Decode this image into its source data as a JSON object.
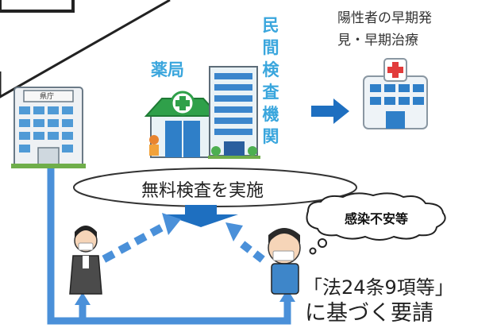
{
  "labels": {
    "pharmacy": "薬局",
    "private_lab_chars": [
      "民",
      "間",
      "検",
      "査",
      "機",
      "関"
    ],
    "early_detection_line1": "陽性者の早期発",
    "early_detection_line2": "見・早期治療",
    "prefecture_sign": "県庁",
    "free_test": "無料検査を実施",
    "anxiety": "感染不安等",
    "request_line1": "「法24条9項等」",
    "request_line2": "に基づく要請"
  },
  "colors": {
    "accent_blue": "#4a90d9",
    "label_blue": "#3aa6dd",
    "arrow_navy": "#1e6fc0",
    "pharmacy_green": "#27a04a"
  }
}
